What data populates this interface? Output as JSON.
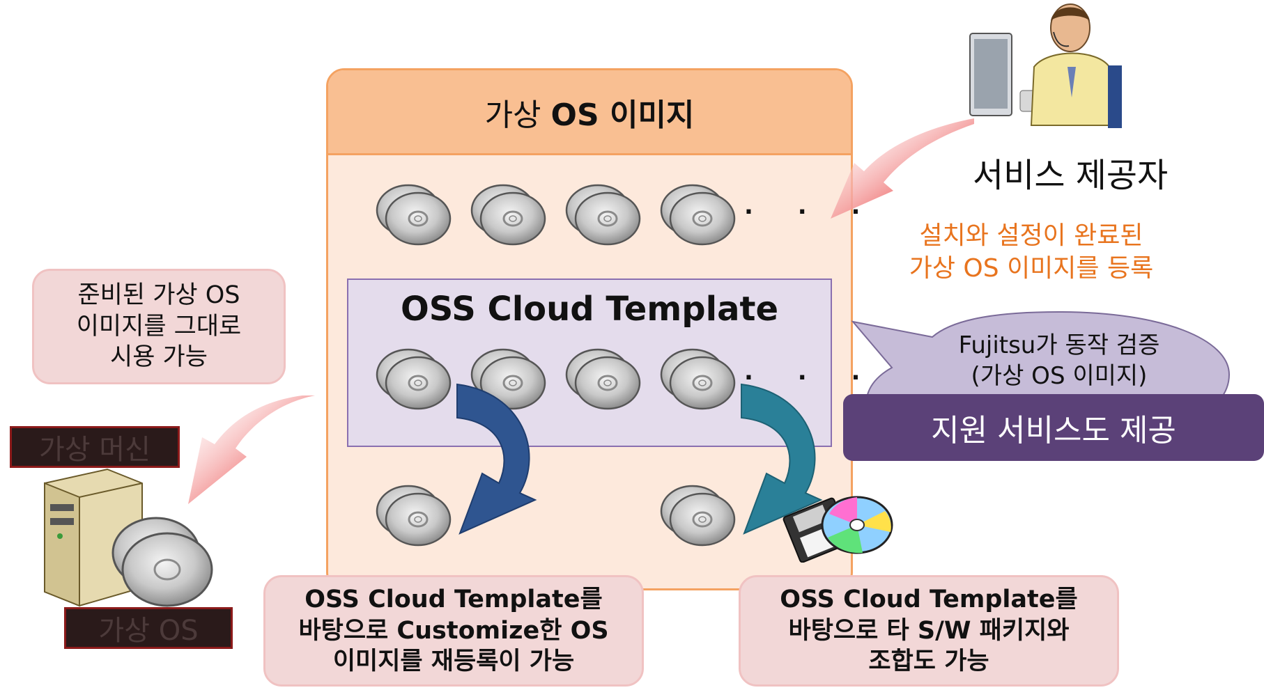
{
  "os_image_box": {
    "title_prefix": "가상 ",
    "title_bold": "OS 이미지",
    "ellipsis_top": ". . .",
    "ellipsis_oss": ". . ."
  },
  "oss_template": {
    "title": "OSS Cloud Template"
  },
  "provider": {
    "label": "서비스 제공자",
    "register_line1": "설치와 설정이 완료된",
    "register_line2": "가상 OS 이미지를 등록"
  },
  "verification": {
    "line1": "Fujitsu가 동작 검증",
    "line2": "(가상 OS 이미지)",
    "support": "지원 서비스도 제공"
  },
  "ready_note": {
    "line1": "준비된 가상 OS",
    "line2": "이미지를 그대로",
    "line3": "시용 가능"
  },
  "custom_note": {
    "line1": "OSS Cloud Template를",
    "line2": "바탕으로 Customize한 OS",
    "line3": "이미지를 재등록이 가능"
  },
  "combine_note": {
    "line1": "OSS Cloud Template를",
    "line2": "바탕으로 타 S/W 패키지와",
    "line3": "조합도 가능"
  },
  "virtual_machine_label": "가상 머신",
  "virtual_os_label": "가상 OS",
  "colors": {
    "orange_header": "#f9bf92",
    "orange_border": "#f4a261",
    "template_fill": "#e4dcec",
    "support_band": "#5b4178",
    "register_text": "#e8741e",
    "note_fill": "#f2d7d7",
    "arrow_navy": "#2f5590",
    "arrow_teal": "#2a8098",
    "arrow_red": "#e04848"
  }
}
